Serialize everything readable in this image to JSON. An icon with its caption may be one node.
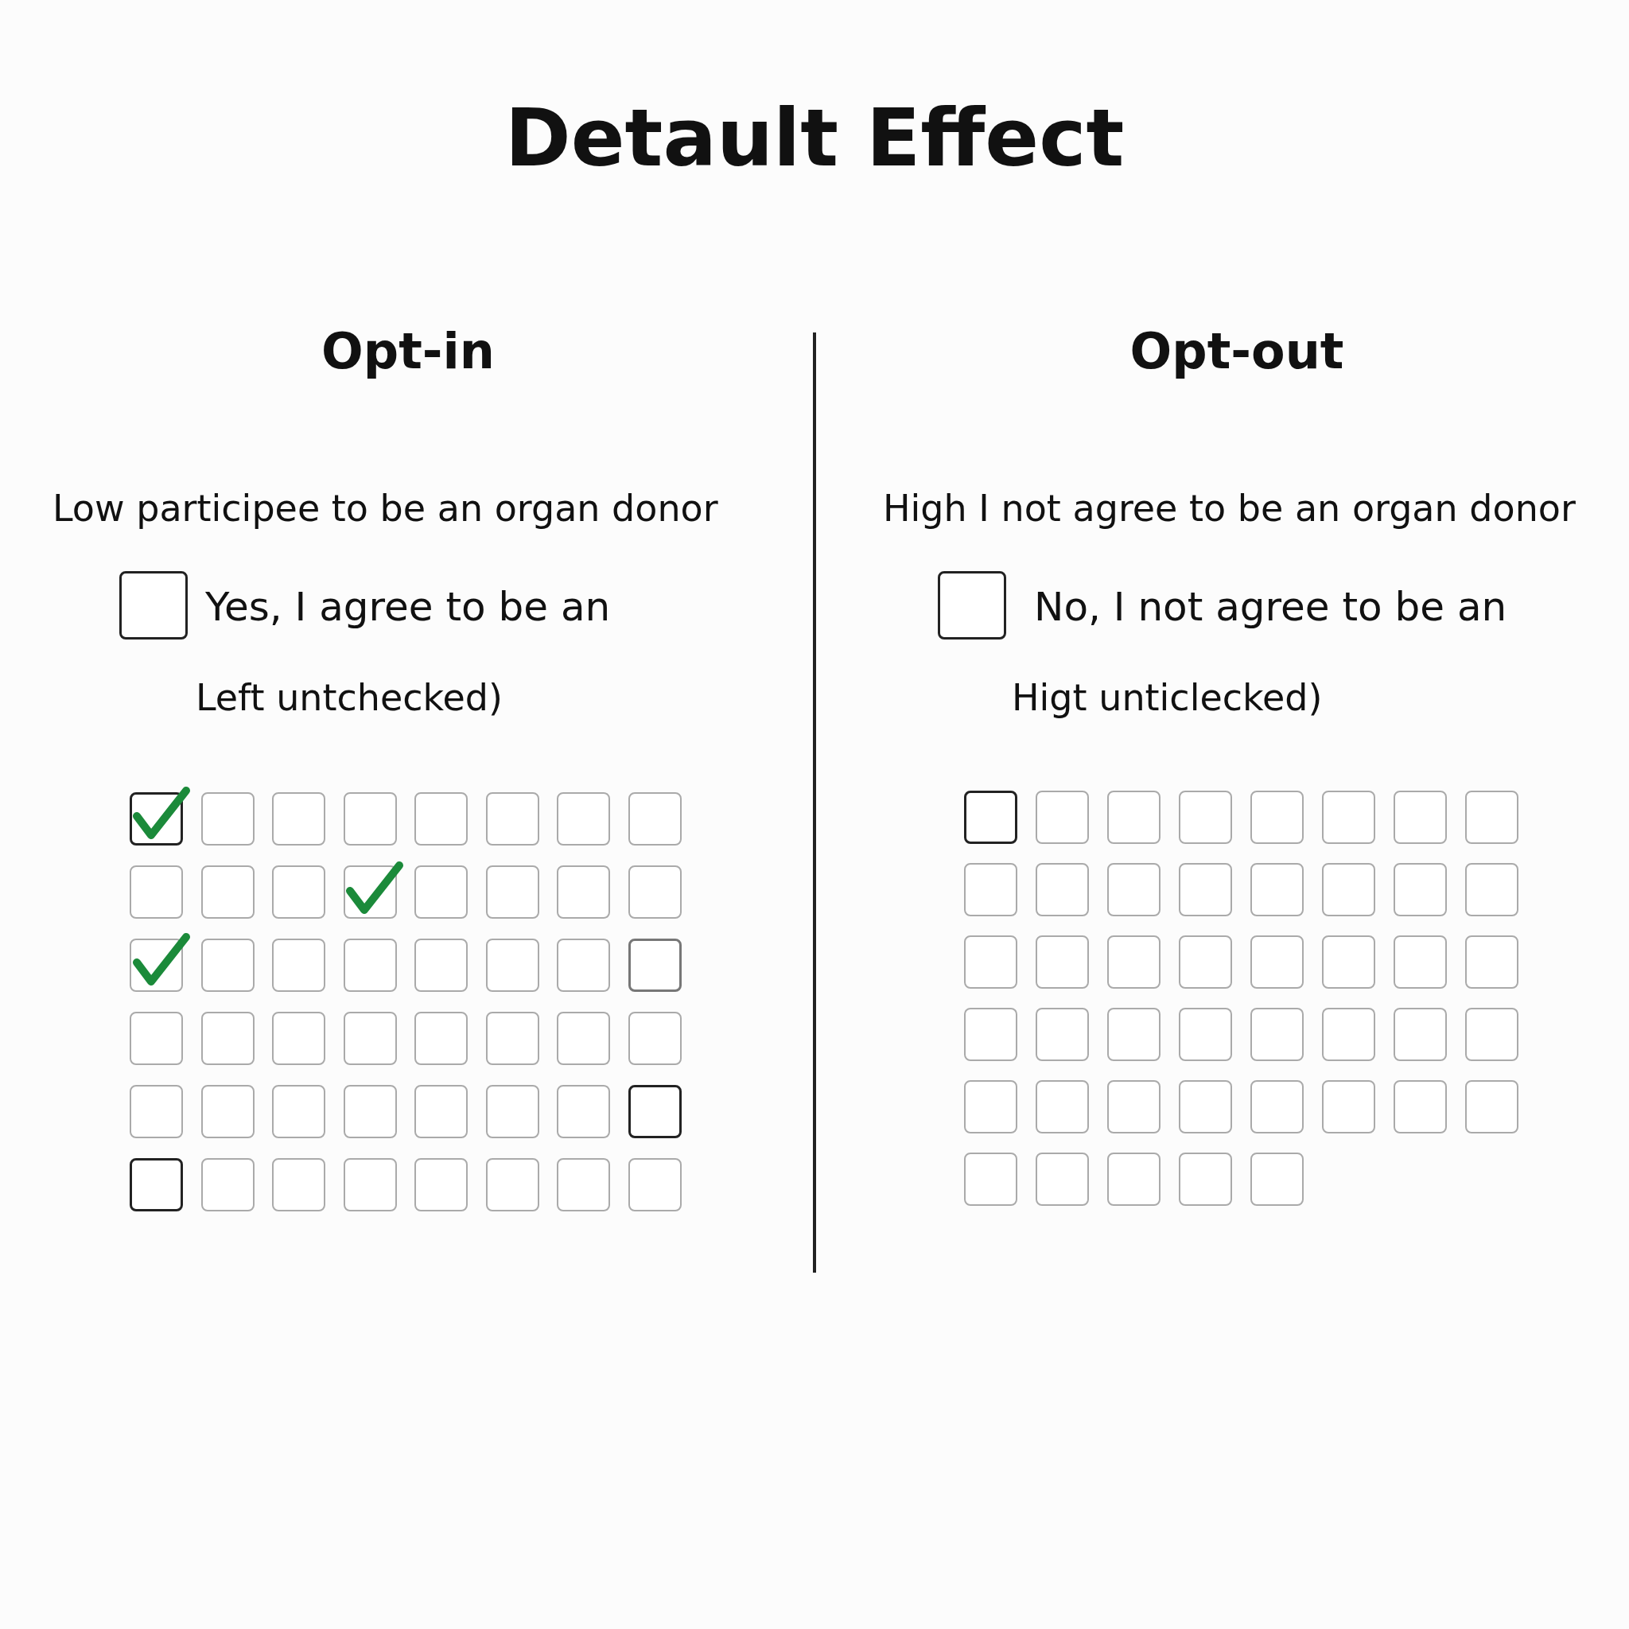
{
  "diagram": {
    "title": "Detault Effect",
    "labels": [
      "Opt-in",
      "Opt-out",
      "Low participee to be an organ donor",
      "High I not agree to be an organ donor",
      "Yes, I agree to be an",
      "No, I not agree to be an",
      "Left untchecked)",
      "Higt unticlecked)"
    ]
  }
}
